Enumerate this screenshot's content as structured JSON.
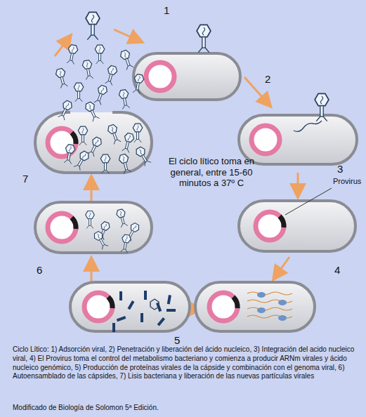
{
  "diagram": {
    "caption": "Ciclo Lítico: 1) Adsorción viral, 2) Penetración y liberación del ácido nucleico, 3) Integración del acido nucleico viral, 4) El Provirus toma el control del metabolismo bacteriano y comienza a producir ARNm virales y ácido nucleico genómico, 5) Producción de proteínas virales de la cápside y combinación con el genoma viral, 6) Autoensamblado de las cápsides, 7) Lisis bacteriana y liberación de las nuevas partículas virales",
    "labels": [
      "1",
      "2",
      "3",
      "Provirus",
      "4",
      "5",
      "6",
      "7",
      "El ciclo lítico toma en general, entre 15-60 minutos a 37º C",
      "Modificado de Biología de Solomon 5ª Edición."
    ]
  }
}
